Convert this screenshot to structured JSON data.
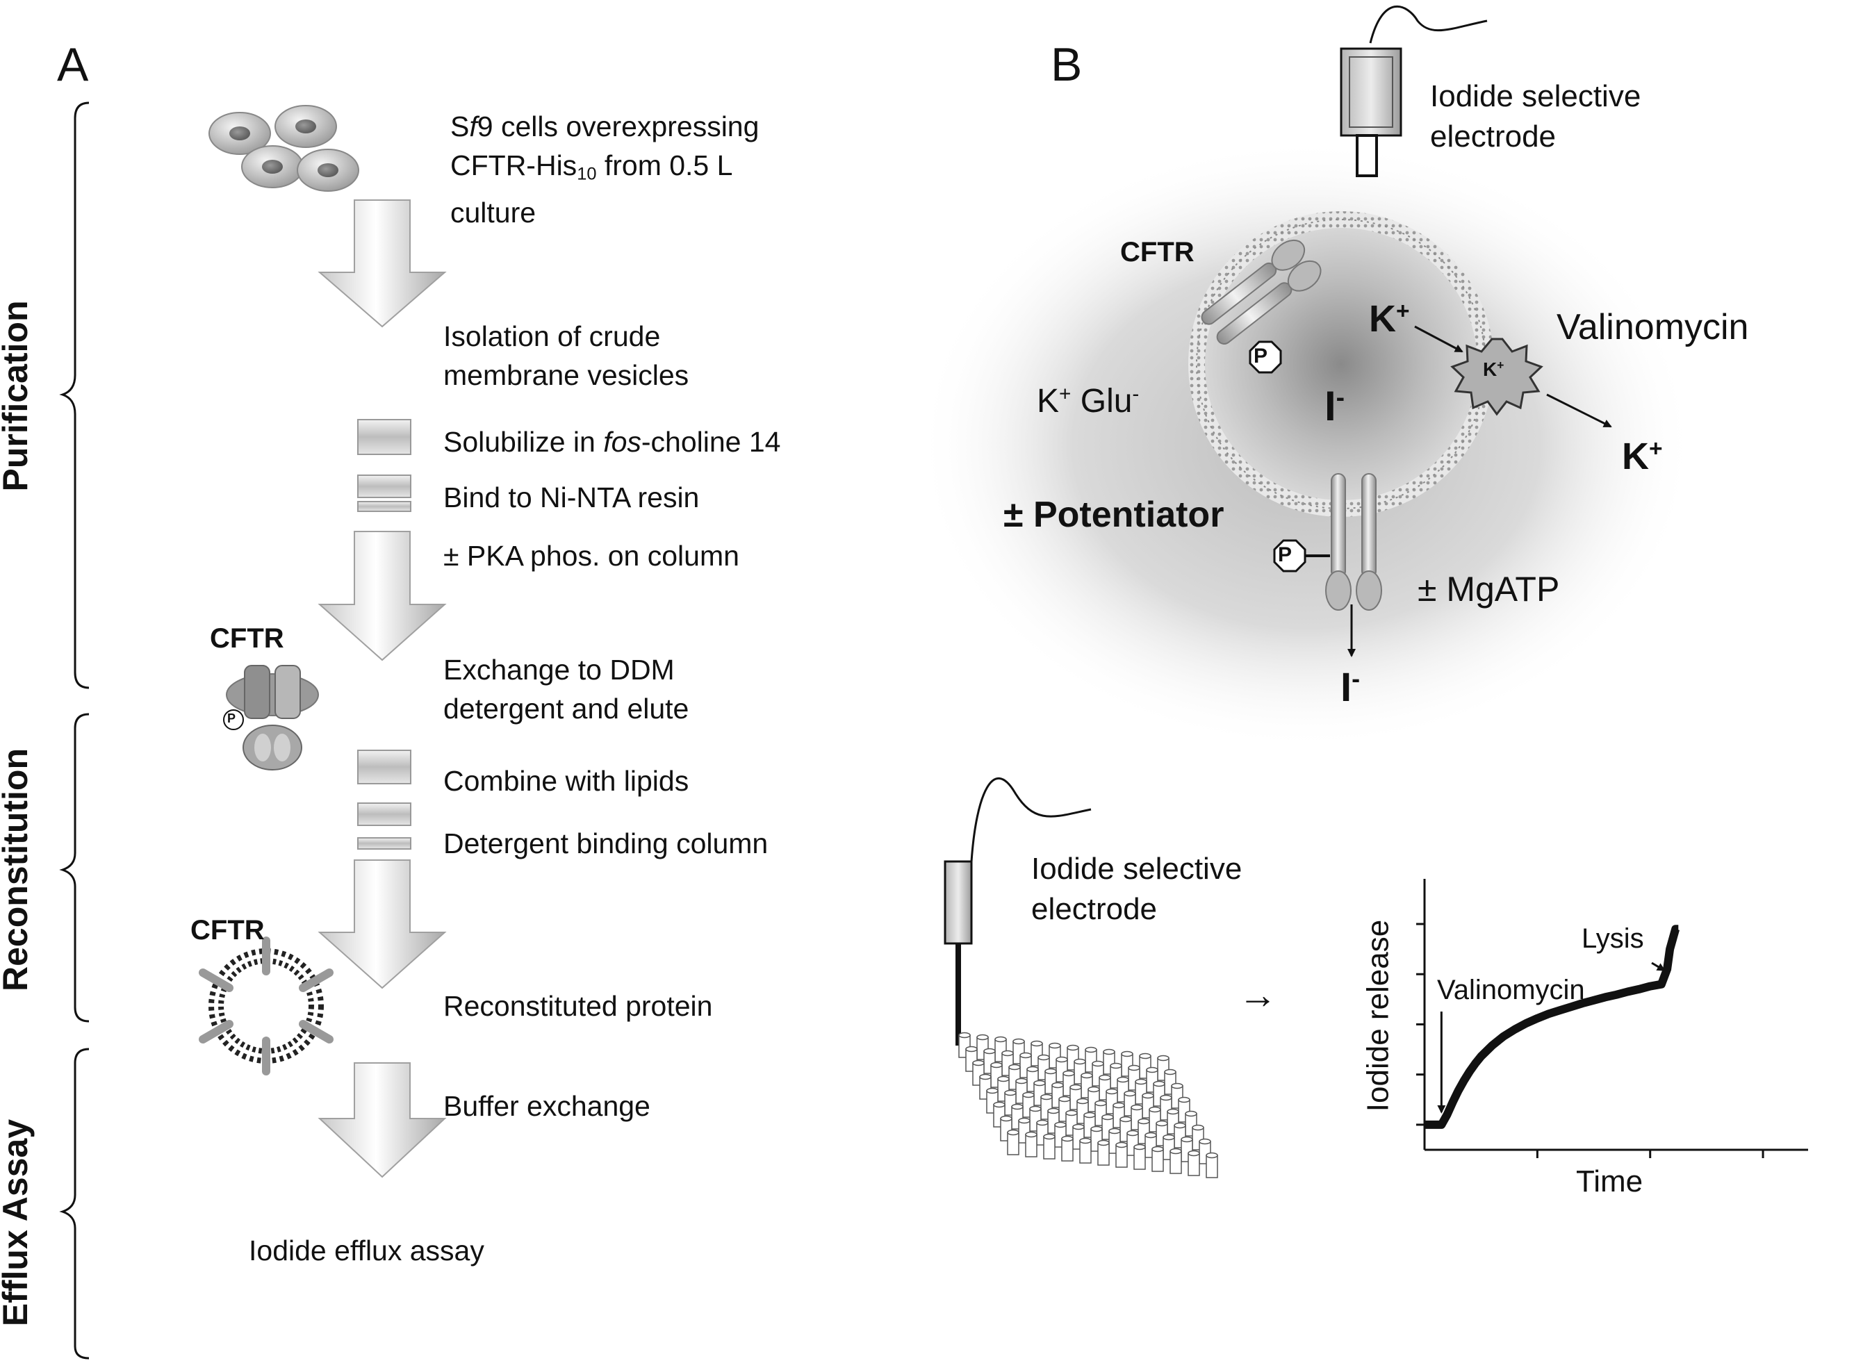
{
  "panel_a": {
    "label": "A",
    "sections": {
      "purification": "Purification",
      "reconstitution": "Reconstitution",
      "efflux": "Efflux Assay"
    },
    "steps": {
      "sf9_prefix": "S",
      "sf9_italic": "f",
      "sf9_line1_rest": "9 cells overexpressing",
      "sf9_line2_pre": "CFTR-His",
      "sf9_line2_sub": "10",
      "sf9_line2_post": " from 0.5 L",
      "sf9_line3": "culture",
      "isolation_line1": "Isolation of crude",
      "isolation_line2": "membrane vesicles",
      "solubilize_pre": "Solubilize in ",
      "solubilize_italic": "fos",
      "solubilize_post": "-choline 14",
      "bind": "Bind to Ni-NTA resin",
      "pka": "± PKA phos. on column",
      "exchange_line1": "Exchange to DDM",
      "exchange_line2": "detergent and elute",
      "combine": "Combine with lipids",
      "detergent_column": "Detergent binding column",
      "reconstituted": "Reconstituted protein",
      "buffer_exchange": "Buffer exchange",
      "iodide_efflux": "Iodide efflux assay"
    },
    "cftr_label_1": "CFTR",
    "cftr_label_2": "CFTR",
    "phospho_letter": "P"
  },
  "panel_b": {
    "label": "B",
    "electrode_top_line1": "Iodide selective",
    "electrode_top_line2": "electrode",
    "cftr_label": "CFTR",
    "k_inside": "K",
    "k_inside_sup": "+",
    "valinomycin": "Valinomycin",
    "valino_k": "K",
    "valino_k_sup": "+",
    "k_outside": "K",
    "k_outside_sup": "+",
    "k_glu_k": "K",
    "k_glu_sup1": "+",
    "k_glu_glu": " Glu",
    "k_glu_sup2": "-",
    "iodide_inside": "I",
    "iodide_inside_sup": "-",
    "iodide_out": "I",
    "iodide_out_sup": "-",
    "potentiator": "± Potentiator",
    "mgatp": "± MgATP",
    "phospho_letter": "P",
    "electrode_bottom_line1": "Iodide selective",
    "electrode_bottom_line2": "electrode",
    "arrow_glyph": "→"
  },
  "chart_data": {
    "type": "line",
    "xlabel": "Time",
    "ylabel": "Iodide release",
    "annotations": [
      "Valinomycin",
      "Lysis"
    ],
    "x": [
      0,
      0.1,
      0.2,
      0.3,
      0.4,
      0.5,
      0.6,
      0.7,
      0.8,
      0.9,
      1.0,
      1.2,
      1.4,
      1.6,
      1.8,
      2.0,
      2.2,
      2.4,
      2.6,
      2.8,
      3.0,
      3.2,
      3.4,
      3.6,
      3.8,
      4.0,
      4.2,
      4.3,
      4.35,
      4.45,
      4.5
    ],
    "y": [
      0.0,
      0.0,
      0.0,
      0.0,
      0.2,
      0.45,
      0.68,
      0.88,
      1.06,
      1.22,
      1.36,
      1.58,
      1.76,
      1.9,
      2.02,
      2.12,
      2.21,
      2.28,
      2.35,
      2.42,
      2.48,
      2.54,
      2.59,
      2.65,
      2.7,
      2.76,
      2.8,
      3.1,
      3.5,
      3.9,
      3.9
    ],
    "valinomycin_x": 0.3,
    "lysis_x": 4.25,
    "xlim": [
      0,
      6.8
    ],
    "ylim": [
      -0.5,
      4.9
    ],
    "x_ticks": [
      2,
      4,
      6
    ],
    "y_ticks": [
      0,
      1,
      2,
      3,
      4
    ]
  }
}
